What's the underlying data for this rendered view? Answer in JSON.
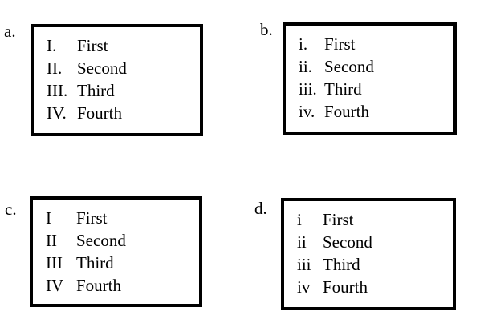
{
  "figure": {
    "background_color": "#ffffff",
    "border_color": "#000000",
    "text_color": "#000000"
  },
  "options": [
    {
      "label": "a.",
      "items": [
        {
          "numeral": "I.",
          "text": "First"
        },
        {
          "numeral": "II.",
          "text": "Second"
        },
        {
          "numeral": "III.",
          "text": "Third"
        },
        {
          "numeral": "IV.",
          "text": "Fourth"
        }
      ]
    },
    {
      "label": "b.",
      "items": [
        {
          "numeral": "i.",
          "text": "First"
        },
        {
          "numeral": "ii.",
          "text": "Second"
        },
        {
          "numeral": "iii.",
          "text": "Third"
        },
        {
          "numeral": "iv.",
          "text": "Fourth"
        }
      ]
    },
    {
      "label": "c.",
      "items": [
        {
          "numeral": "I",
          "text": "First"
        },
        {
          "numeral": "II",
          "text": "Second"
        },
        {
          "numeral": "III",
          "text": "Third"
        },
        {
          "numeral": "IV",
          "text": "Fourth"
        }
      ]
    },
    {
      "label": "d.",
      "items": [
        {
          "numeral": "i",
          "text": "First"
        },
        {
          "numeral": "ii",
          "text": "Second"
        },
        {
          "numeral": "iii",
          "text": "Third"
        },
        {
          "numeral": "iv",
          "text": "Fourth"
        }
      ]
    }
  ]
}
